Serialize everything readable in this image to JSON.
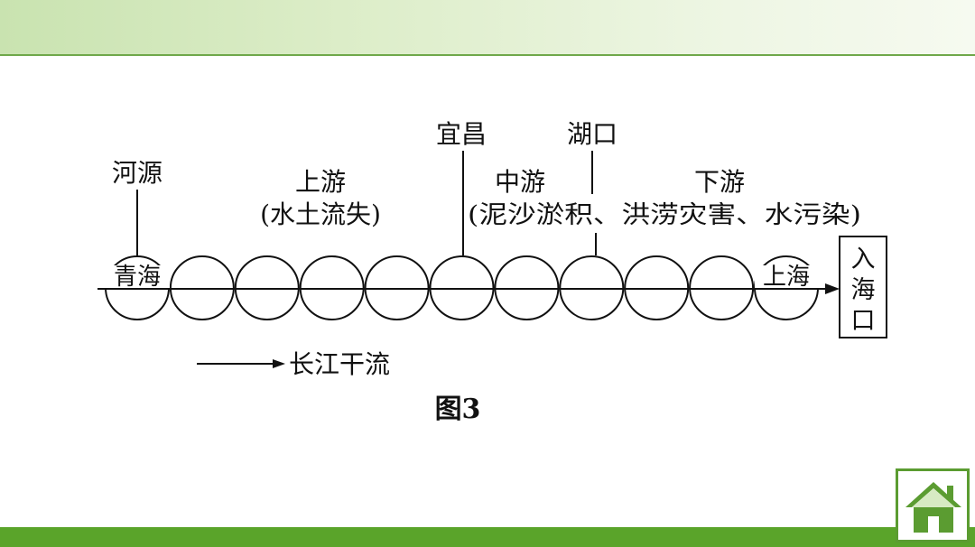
{
  "diagram": {
    "labels": {
      "source": "河源",
      "yichang": "宜昌",
      "hukou": "湖口",
      "upper": "上游",
      "upper_note": "(水土流失)",
      "middle": "中游",
      "lower": "下游",
      "mid_lower_note": "(泥沙淤积、洪涝灾害、水污染)",
      "qinghai": "青海",
      "shanghai": "上海",
      "estuary": [
        "入",
        "海",
        "口"
      ],
      "legend": "长江干流",
      "figure": "图3"
    },
    "circle_count": 11
  },
  "colors": {
    "banner_green": "#c9e3b0",
    "bottom_bar_green": "#5aa42a",
    "home_icon_green": "#5b9c31"
  },
  "icons": {
    "home": "home-icon"
  }
}
